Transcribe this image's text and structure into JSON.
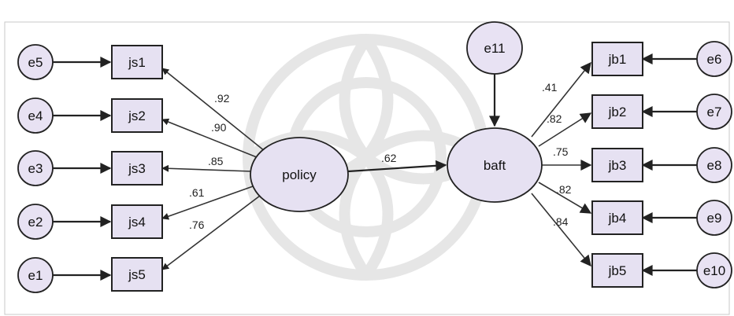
{
  "diagram": {
    "latent": {
      "policy": "policy",
      "baft": "baft"
    },
    "errors": [
      "e1",
      "e2",
      "e3",
      "e4",
      "e5",
      "e6",
      "e7",
      "e8",
      "e9",
      "e10",
      "e11"
    ],
    "observed_js": [
      "js1",
      "js2",
      "js3",
      "js4",
      "js5"
    ],
    "observed_jb": [
      "jb1",
      "jb2",
      "jb3",
      "jb4",
      "jb5"
    ],
    "loadings_policy": [
      ".92",
      ".90",
      ".85",
      ".61",
      ".76"
    ],
    "path_policy_baft": ".62",
    "loadings_baft": [
      ".41",
      ".82",
      ".75",
      ".82",
      ".84"
    ]
  },
  "colors": {
    "fill": "#e6e1f2",
    "stroke": "#222222"
  }
}
